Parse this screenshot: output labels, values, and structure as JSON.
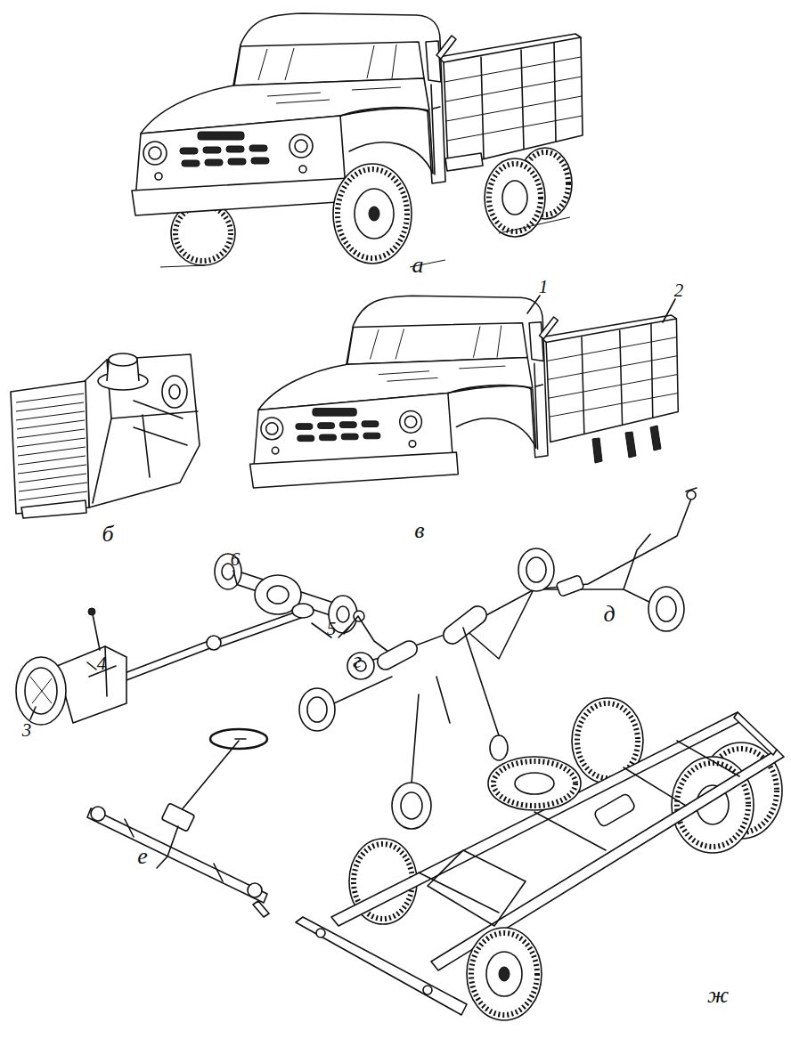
{
  "diagram": {
    "labels": [
      "а",
      "1",
      "2",
      "б",
      "в",
      "6",
      "д",
      "5",
      "г",
      "4",
      "3",
      "е",
      "ж"
    ]
  }
}
